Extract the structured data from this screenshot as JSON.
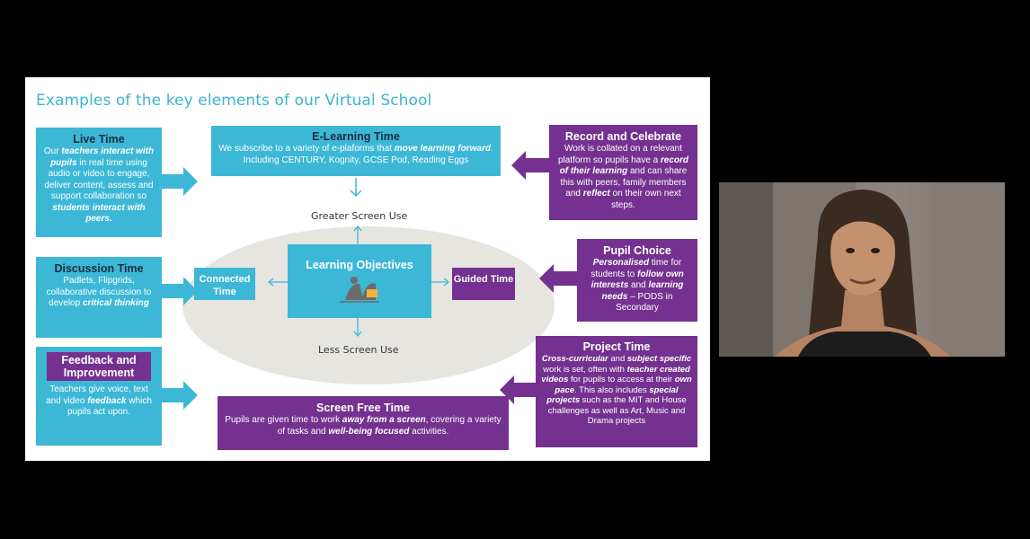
{
  "slide": {
    "title": "Examples of the key elements of our Virtual School",
    "live_time": {
      "heading": "Live Time",
      "body_html": "Our <b>teachers interact with pupils</b> in real time using audio or video to engage, deliver content, assess and support collaboration so <b>students interact with peers.</b>"
    },
    "elearning_time": {
      "heading": "E-Learning Time",
      "body_html": "We subscribe to a variety of e-plaforms that <b>move learning forward</b>. Including CENTURY, Kognity, GCSE Pod, Reading Eggs"
    },
    "record_celebrate": {
      "heading": "Record and Celebrate",
      "body_html": "Work is collated on a relevant platform so pupils have a <b>record of their learning</b> and can share this with peers, family members and <b>reflect</b> on their own next steps."
    },
    "discussion_time": {
      "heading": "Discussion Time",
      "body_html": "Padlets, Flipgrids, collaborative discussion to develop <b>critical thinking</b>"
    },
    "pupil_choice": {
      "heading": "Pupil Choice",
      "body_html": "<b>Personalised</b> time for students to <b>follow own interests</b> and <b>learning needs</b> – PODS in Secondary"
    },
    "feedback": {
      "heading": "Feedback and Improvement",
      "body_html": "Teachers give voice, text and video <b>feedback</b> which pupils act upon."
    },
    "screen_free": {
      "heading": "Screen Free Time",
      "body_html": "Pupils are given time to work <b>away from a screen</b>, covering a variety of tasks and <b>well-being focused</b> activities."
    },
    "project_time": {
      "heading": "Project Time",
      "body_html": "<b>Cross-curricular</b> and <b>subject specific</b> work is set, often with <b>teacher created videos</b> for pupils to access at their <b>own pace</b>. This also includes <b>special projects</b> such as the MIT and House challenges as well as Art, Music and Drama projects"
    },
    "center": {
      "greater": "Greater Screen Use",
      "less": "Less Screen Use",
      "objectives": "Learning Objectives",
      "connected": "Connected Time",
      "guided": "Guided Time"
    },
    "colors": {
      "teal": "#3cb8d6",
      "purple": "#74318f",
      "title": "#3ab4cf"
    }
  },
  "webcam": {
    "description_icon": "participant-video-feed"
  }
}
